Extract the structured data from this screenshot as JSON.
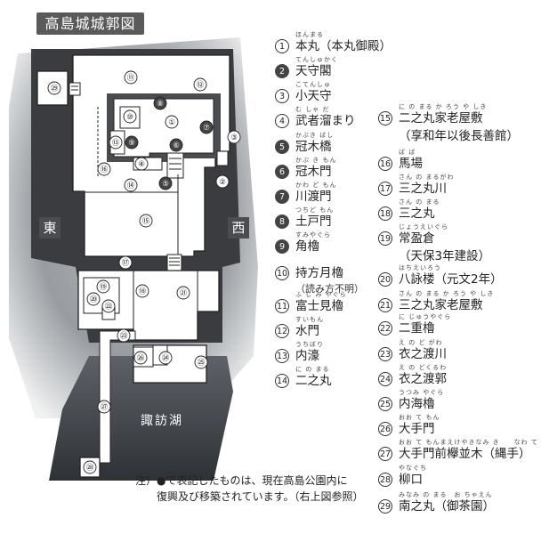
{
  "title": "高島城城郭図",
  "map": {
    "east_label": "東",
    "west_label": "西",
    "lake_label": "諏訪湖",
    "markers": [
      {
        "n": "①",
        "filled": false
      },
      {
        "n": "②",
        "filled": false
      },
      {
        "n": "③",
        "filled": false
      },
      {
        "n": "④",
        "filled": false
      },
      {
        "n": "⑤",
        "filled": true
      },
      {
        "n": "⑥",
        "filled": true
      },
      {
        "n": "⑦",
        "filled": true
      },
      {
        "n": "⑧",
        "filled": true
      },
      {
        "n": "⑨",
        "filled": true
      },
      {
        "n": "⑩",
        "filled": false
      },
      {
        "n": "⑪",
        "filled": false
      },
      {
        "n": "⑫",
        "filled": false
      },
      {
        "n": "⑬",
        "filled": false
      },
      {
        "n": "⑭",
        "filled": false
      },
      {
        "n": "⑮",
        "filled": false
      },
      {
        "n": "⑯",
        "filled": false
      },
      {
        "n": "⑰",
        "filled": false
      },
      {
        "n": "⑱",
        "filled": false
      },
      {
        "n": "⑲",
        "filled": false
      },
      {
        "n": "⑳",
        "filled": false
      },
      {
        "n": "㉑",
        "filled": false
      },
      {
        "n": "㉒",
        "filled": false
      },
      {
        "n": "㉓",
        "filled": false
      },
      {
        "n": "㉔",
        "filled": false
      },
      {
        "n": "㉕",
        "filled": false
      },
      {
        "n": "㉖",
        "filled": false
      },
      {
        "n": "㉗",
        "filled": false
      },
      {
        "n": "㉘",
        "filled": false
      },
      {
        "n": "㉙",
        "filled": false
      }
    ]
  },
  "legend": [
    {
      "num": "1",
      "ruby": "ほんまる",
      "label": "本丸（本丸御殿）",
      "filled": false
    },
    {
      "num": "2",
      "ruby": "てんしゅかく",
      "label": "天守閣",
      "filled": true
    },
    {
      "num": "3",
      "ruby": "こてんしゅ",
      "label": "小天守",
      "filled": false
    },
    {
      "num": "4",
      "ruby": "む しゃ だ",
      "label": "武者溜まり",
      "filled": false
    },
    {
      "num": "5",
      "ruby": "かぶき ばし",
      "label": "冠木橋",
      "filled": true
    },
    {
      "num": "6",
      "ruby": "かぶ き もん",
      "label": "冠木門",
      "filled": true
    },
    {
      "num": "7",
      "ruby": "かわ ど もん",
      "label": "川渡門",
      "filled": true
    },
    {
      "num": "8",
      "ruby": "つちど もん",
      "label": "土戸門",
      "filled": true
    },
    {
      "num": "9",
      "ruby": "すみやぐら",
      "label": "角櫓",
      "filled": true
    },
    {
      "num": "10",
      "ruby": "",
      "label": "持方月櫓",
      "sub": "（読み方不明）",
      "filled": false
    },
    {
      "num": "11",
      "ruby": "ふ じ み やぐら",
      "label": "富士見櫓",
      "filled": false
    },
    {
      "num": "12",
      "ruby": "すいもん",
      "label": "水門",
      "filled": false
    },
    {
      "num": "13",
      "ruby": "うちぼり",
      "label": "内濠",
      "filled": false
    },
    {
      "num": "14",
      "ruby": "に の まる",
      "label": "二之丸",
      "filled": false
    },
    {
      "num": "15",
      "ruby": "に の まる か ろう や しき",
      "label": "二之丸家老屋敷",
      "sub2": "（享和年以後長善館）",
      "filled": false
    },
    {
      "num": "16",
      "ruby": "ば ば",
      "label": "馬場",
      "filled": false
    },
    {
      "num": "17",
      "ruby": "さん の まるがわ",
      "label": "三之丸川",
      "filled": false
    },
    {
      "num": "18",
      "ruby": "さん の まる",
      "label": "三之丸",
      "filled": false
    },
    {
      "num": "19",
      "ruby": "じょうえいぐら",
      "label": "常盈倉",
      "sub2": "（天保3年建設）",
      "filled": false
    },
    {
      "num": "20",
      "ruby": "はちえいろう",
      "label": "八詠楼（元文2年）",
      "filled": false
    },
    {
      "num": "21",
      "ruby": "さん の まる か ろう や しき",
      "label": "三之丸家老屋敷",
      "filled": false
    },
    {
      "num": "22",
      "ruby": "に じゅうやぐら",
      "label": "二重櫓",
      "filled": false
    },
    {
      "num": "23",
      "ruby": "え の ど がわ",
      "label": "衣之渡川",
      "filled": false
    },
    {
      "num": "24",
      "ruby": "え の どくるわ",
      "label": "衣之渡郭",
      "filled": false
    },
    {
      "num": "25",
      "ruby": "うつみ やぐら",
      "label": "内海櫓",
      "filled": false
    },
    {
      "num": "26",
      "ruby": "おお て もん",
      "label": "大手門",
      "filled": false
    },
    {
      "num": "27",
      "ruby": "おお て もんまえけやきなみ き　　なわ て",
      "label": "大手門前欅並木（縄手）",
      "filled": false
    },
    {
      "num": "28",
      "ruby": "やなぐち",
      "label": "柳口",
      "filled": false
    },
    {
      "num": "29",
      "ruby": "みなみ の まる　お ちゃえん",
      "label": "南之丸（御茶園）",
      "filled": false
    }
  ],
  "note": {
    "line1": "注）●で表記したものは、現在高島公園内に",
    "line2": "復興及び移築されています。（右上図参照）"
  }
}
